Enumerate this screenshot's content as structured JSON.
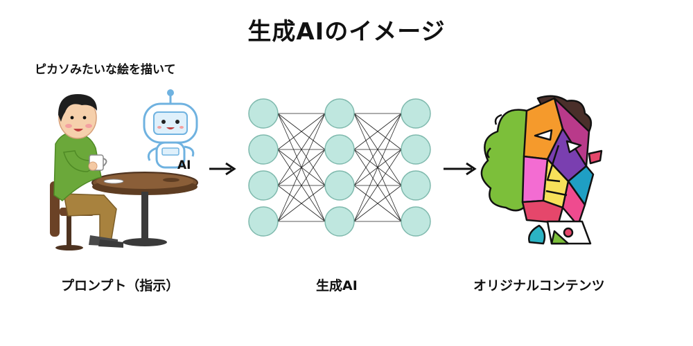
{
  "title": "生成AIのイメージ",
  "prompt_text": "ピカソみたいな絵を描いて",
  "ai_badge": "AI",
  "captions": {
    "prompt": "プロンプト（指示）",
    "model": "生成AI",
    "output": "オリジナルコンテンツ"
  },
  "network": {
    "layers": [
      4,
      4,
      4
    ],
    "node_fill": "#bfe7df",
    "node_stroke": "#7fb9ad"
  },
  "colors": {
    "shirt": "#6ba83a",
    "pants": "#a8823e",
    "table": "#7a5230",
    "robot": "#6fb2e0",
    "hair_green": "#7cbf3a"
  },
  "icons": [
    "person-icon",
    "robot-icon",
    "arrow-right-icon",
    "neural-network-icon",
    "cubist-portrait-icon"
  ]
}
